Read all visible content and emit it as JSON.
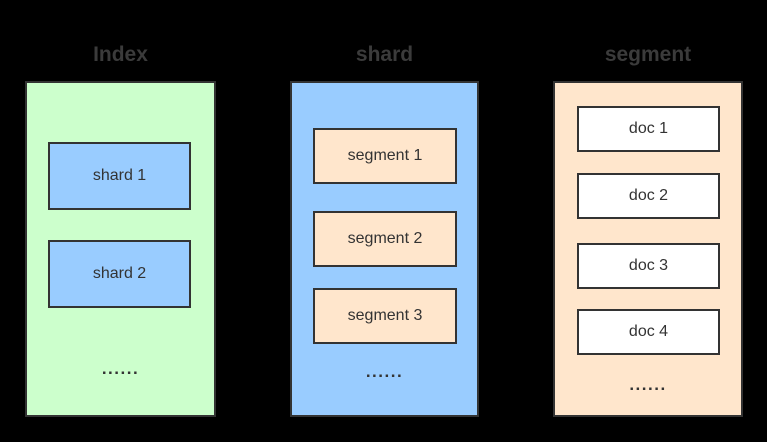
{
  "canvas": {
    "background": "#000000"
  },
  "diagram": {
    "colors": {
      "border": "#333333",
      "title_text": "#3b3b3b",
      "box_text": "#333333"
    },
    "columns": [
      {
        "title": "Index",
        "fill": "#ccffcc",
        "item_fill": "#99ccff",
        "items": [
          "shard 1",
          "shard 2"
        ],
        "ellipsis": "......"
      },
      {
        "title": "shard",
        "fill": "#99ccff",
        "item_fill": "#ffe6cc",
        "items": [
          "segment 1",
          "segment 2",
          "segment 3"
        ],
        "ellipsis": "......"
      },
      {
        "title": "segment",
        "fill": "#ffe6cc",
        "item_fill": "#ffffff",
        "items": [
          "doc 1",
          "doc 2",
          "doc 3",
          "doc 4"
        ],
        "ellipsis": "......"
      }
    ]
  }
}
